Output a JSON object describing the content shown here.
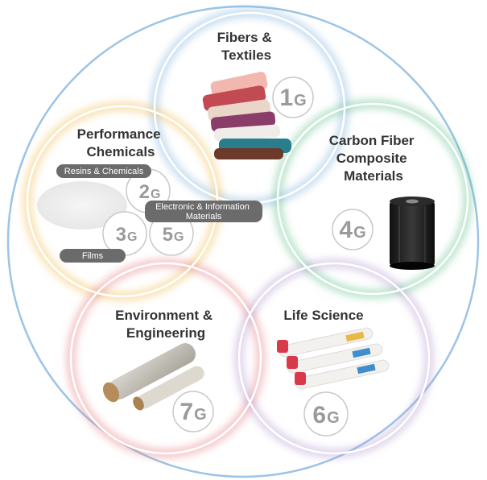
{
  "segments": {
    "fibers": {
      "title_lines": [
        "Fibers &",
        "Textiles"
      ],
      "num": "1",
      "g": "G",
      "color": "#6fa9d8"
    },
    "carbon": {
      "title_lines": [
        "Carbon Fiber",
        "Composite",
        "Materials"
      ],
      "num": "4",
      "g": "G",
      "color": "#5fc08c"
    },
    "life": {
      "title_lines": [
        "Life Science"
      ],
      "num": "6",
      "g": "G",
      "color": "#b39ad0"
    },
    "environment": {
      "title_lines": [
        "Environment &",
        "Engineering"
      ],
      "num": "7",
      "g": "G",
      "color": "#e87b80"
    },
    "performance": {
      "title_lines": [
        "Performance",
        "Chemicals"
      ],
      "color": "#f2c15c"
    }
  },
  "sub_groups": {
    "resins": {
      "label": "Resins & Chemicals",
      "num": "2",
      "g": "G"
    },
    "films": {
      "label": "Films",
      "num": "3",
      "g": "G"
    },
    "electronic": {
      "label_lines": [
        "Electronic & Information",
        "Materials"
      ],
      "num": "5",
      "g": "G"
    }
  },
  "colors": {
    "outer_ring": "#9cc4e6",
    "pill": "#6b6b6b",
    "number_text": "#9a9a9a",
    "title_text": "#333333"
  }
}
